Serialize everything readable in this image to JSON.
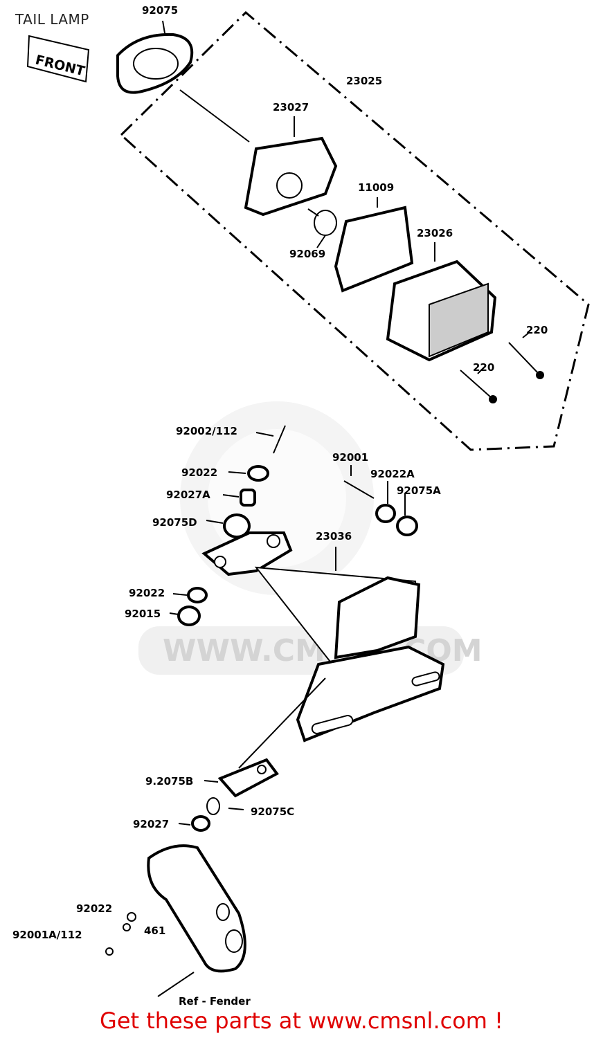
{
  "header": {
    "title": "TAIL LAMP"
  },
  "footer": {
    "text": "Get these parts at www.cmsnl.com !"
  },
  "watermark": {
    "text": "WWW.CMSNL.COM"
  },
  "notes": {
    "front": "FRONT",
    "ref_fender": "Ref - Fender"
  },
  "parts": {
    "p92075": "92075",
    "p23025": "23025",
    "p23027": "23027",
    "p11009": "11009",
    "p23026": "23026",
    "p92069": "92069",
    "p220a": "220",
    "p220b": "220",
    "p92002_112": "92002/112",
    "p92022a": "92022",
    "p92027a": "92027A",
    "p92075d": "92075D",
    "p92001": "92001",
    "p92022A": "92022A",
    "p92075A": "92075A",
    "p23036": "23036",
    "p92022b": "92022",
    "p92015": "92015",
    "p92075b": "9.2075B",
    "p92075c": "92075C",
    "p92027": "92027",
    "p92022c": "92022",
    "p92001A_112": "92001A/112",
    "p461": "461"
  }
}
